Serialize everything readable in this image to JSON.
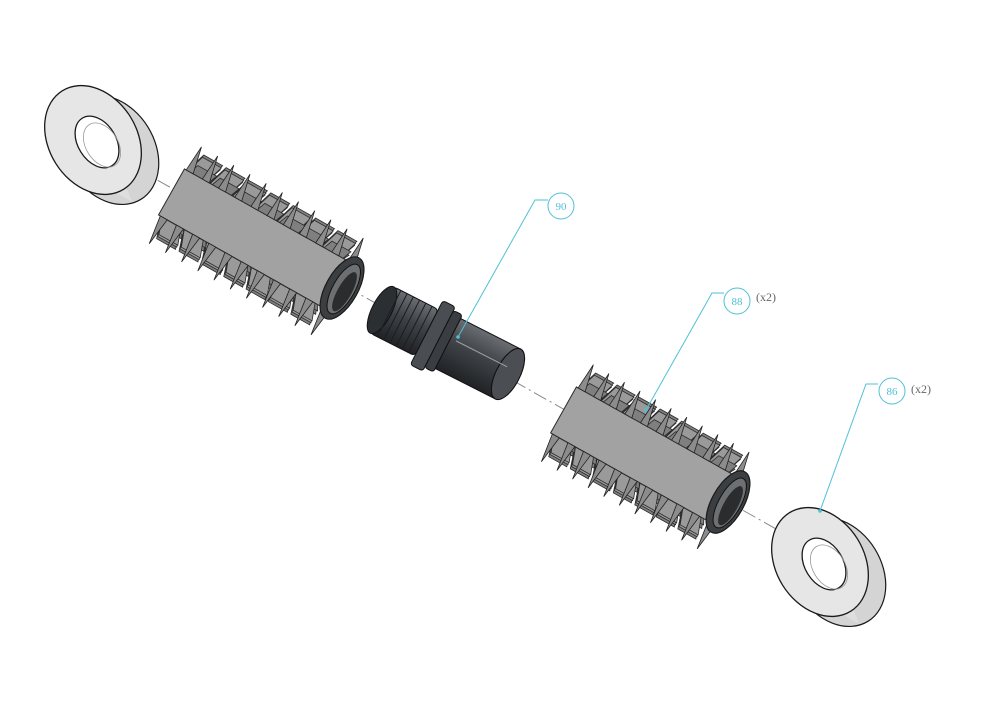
{
  "diagram": {
    "parts": [
      {
        "id": "washer-left",
        "kind": "washer"
      },
      {
        "id": "brush-left",
        "kind": "bristle-roller"
      },
      {
        "id": "hub",
        "kind": "hub-coupling"
      },
      {
        "id": "brush-right",
        "kind": "bristle-roller"
      },
      {
        "id": "washer-right",
        "kind": "washer"
      }
    ],
    "callouts": [
      {
        "id": "c90",
        "label": "90",
        "qty": ""
      },
      {
        "id": "c88",
        "label": "88",
        "qty": "(x2)"
      },
      {
        "id": "c86",
        "label": "86",
        "qty": "(x2)"
      }
    ],
    "colors": {
      "callout": "#4fc1d6",
      "washer_fill": "#e6e6e6",
      "bristle_fill": "#8e8e8e",
      "hub_fill": "#3a3d40",
      "outline": "#1a1a1a",
      "axis": "#888888"
    }
  }
}
